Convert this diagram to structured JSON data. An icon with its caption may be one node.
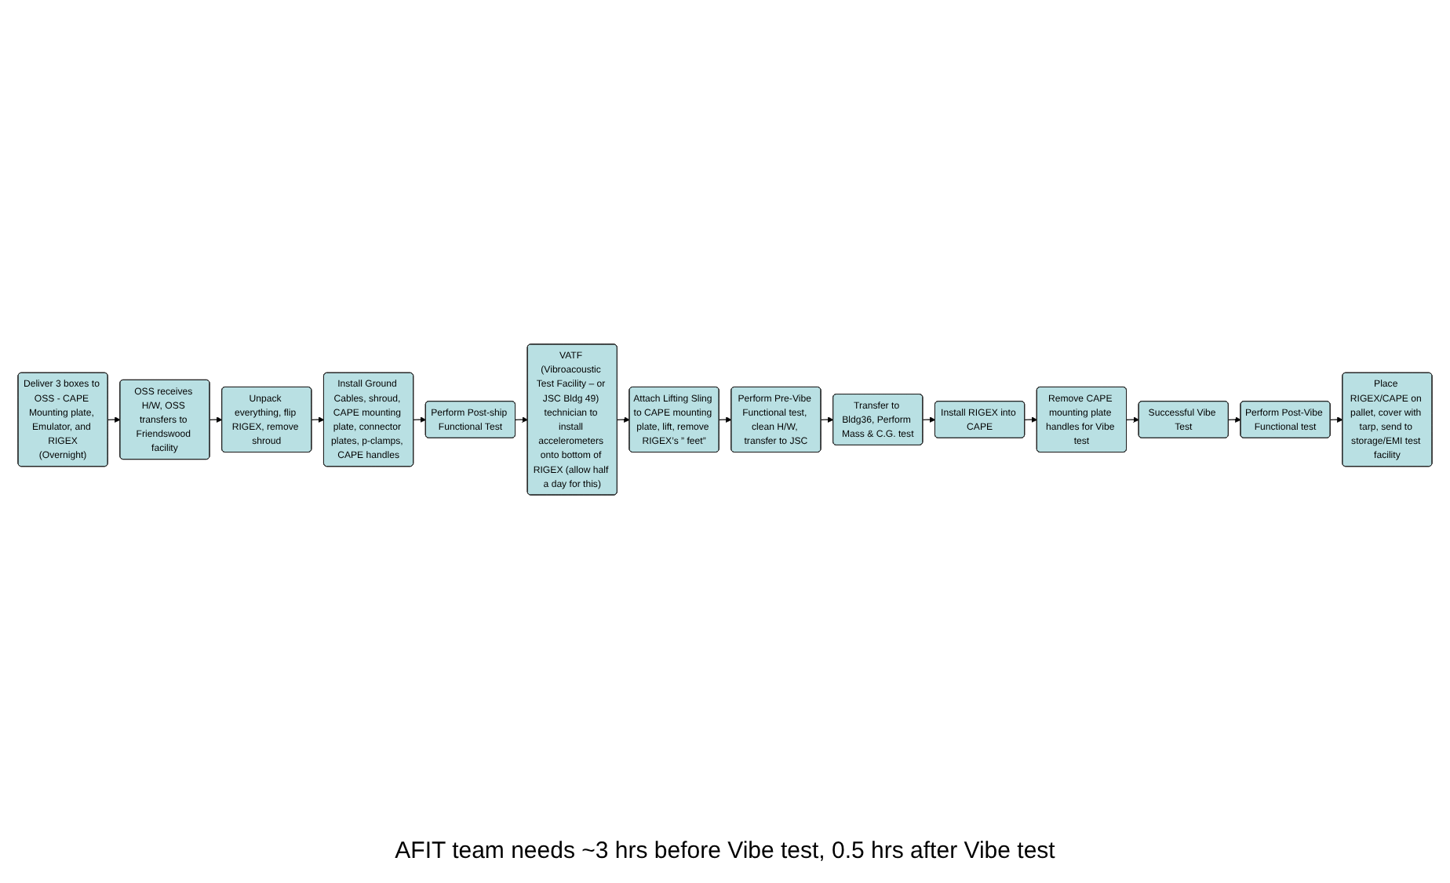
{
  "diagram": {
    "caption": "AFIT team needs ~3 hrs before Vibe test, 0.5 hrs after Vibe test",
    "nodes": [
      {
        "text": [
          "Deliver 3 boxes to OSS - CAPE Mounting plate, Emulator, and RIGEX",
          "(Overnight)"
        ]
      },
      {
        "text": [
          "OSS receives H/W, OSS transfers to Friendswood facility"
        ]
      },
      {
        "text": [
          "Unpack everything, flip RIGEX, remove shroud"
        ]
      },
      {
        "text": [
          "Install Ground Cables, shroud, CAPE mounting plate, connector plates, p-clamps, CAPE handles"
        ]
      },
      {
        "text": [
          "Perform Post-ship Functional Test"
        ]
      },
      {
        "text": [
          "VATF (Vibroacoustic Test Facility – or JSC Bldg 49) technician to install accelerometers onto bottom of RIGEX (allow half a day for this)"
        ]
      },
      {
        "text": [
          "Attach Lifting Sling to CAPE mounting plate, lift, remove RIGEX’s ” feet”"
        ]
      },
      {
        "text": [
          "Perform Pre-Vibe Functional test, clean H/W, transfer to JSC"
        ]
      },
      {
        "text": [
          "Transfer to Bldg36, Perform Mass & C.G. test"
        ]
      },
      {
        "text": [
          "Install RIGEX into CAPE"
        ]
      },
      {
        "text": [
          "Remove CAPE mounting plate handles for Vibe test"
        ]
      },
      {
        "text": [
          "Successful Vibe Test"
        ]
      },
      {
        "text": [
          "Perform Post-Vibe Functional test"
        ]
      },
      {
        "text": [
          "Place RIGEX/CAPE on pallet, cover with tarp, send to storage/EMI test facility"
        ]
      }
    ],
    "edges": [
      {
        "from": 0,
        "to": 1,
        "arrow": "to"
      },
      {
        "from": 1,
        "to": 2,
        "arrow": "to"
      },
      {
        "from": 2,
        "to": 3,
        "arrow": "to"
      },
      {
        "from": 3,
        "to": 4,
        "arrow": "to"
      },
      {
        "from": 4,
        "to": 5,
        "arrow": "to"
      },
      {
        "from": 5,
        "to": 6,
        "arrow": "to"
      },
      {
        "from": 6,
        "to": 7,
        "arrow": "to"
      },
      {
        "from": 7,
        "to": 8,
        "arrow": "to"
      },
      {
        "from": 8,
        "to": 9,
        "arrow": "to"
      },
      {
        "from": 9,
        "to": 10,
        "arrow": "to"
      },
      {
        "from": 10,
        "to": 11,
        "arrow": "to"
      },
      {
        "from": 11,
        "to": 12,
        "arrow": "to"
      },
      {
        "from": 12,
        "to": 13,
        "arrow": "to"
      }
    ]
  }
}
